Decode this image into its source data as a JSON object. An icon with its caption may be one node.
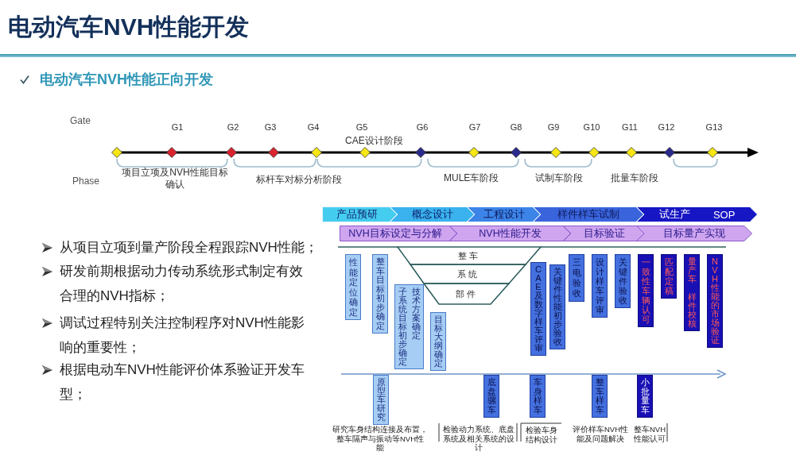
{
  "diagram": {
    "title": "电动汽车NVH性能开发",
    "nodes": [
      {
        "text": [],
        "shape": "diamond"
      },
      {
        "text": [],
        "shape": "diamond",
        "beside": [
          "G1"
        ]
      },
      {
        "text": [],
        "shape": "diamond",
        "beside": [
          "G2"
        ]
      },
      {
        "text": [],
        "shape": "diamond",
        "beside": [
          "G3"
        ]
      },
      {
        "text": [],
        "shape": "diamond",
        "beside": [
          "G4"
        ]
      },
      {
        "text": [],
        "shape": "diamond",
        "beside": [
          "G5"
        ]
      },
      {
        "text": [],
        "shape": "diamond",
        "beside": [
          "G6"
        ]
      },
      {
        "text": [],
        "shape": "diamond",
        "beside": [
          "G7"
        ]
      },
      {
        "text": [],
        "shape": "diamond",
        "beside": [
          "G8"
        ]
      },
      {
        "text": [],
        "shape": "diamond",
        "beside": [
          "G9"
        ]
      },
      {
        "text": [],
        "shape": "diamond",
        "beside": [
          "G10"
        ]
      },
      {
        "text": [],
        "shape": "diamond",
        "beside": [
          "G11"
        ]
      },
      {
        "text": [],
        "shape": "diamond",
        "beside": [
          "G12"
        ]
      },
      {
        "text": [],
        "shape": "diamond",
        "beside": [
          "G13"
        ]
      },
      {
        "text": [
          "产品预研"
        ]
      },
      {
        "text": [
          "概念设计"
        ]
      },
      {
        "text": [
          "工程设计"
        ]
      },
      {
        "text": [
          "样件样车试制"
        ]
      },
      {
        "text": [
          "试生产",
          "SOP"
        ]
      },
      {
        "text": [
          "NVH目标设定与分解"
        ]
      },
      {
        "text": [
          "NVH性能开发"
        ]
      },
      {
        "text": [
          "目标验证"
        ]
      },
      {
        "text": [
          "目标量产实现"
        ]
      },
      {
        "text": [
          "整车"
        ]
      },
      {
        "text": [
          "系统"
        ]
      },
      {
        "text": [
          "部件"
        ]
      },
      {
        "text": [
          "性能定位确定"
        ]
      },
      {
        "text": [
          "整车目标初步确定"
        ]
      },
      {
        "text": [
          "子系统目标初步确定",
          "技术方案确定"
        ]
      },
      {
        "text": [
          "目标大纲确定"
        ]
      },
      {
        "text": [
          "CAE及数字样车评审"
        ]
      },
      {
        "text": [
          "关键件性能初步验收"
        ]
      },
      {
        "text": [
          "三电验收"
        ]
      },
      {
        "text": [
          "设计样车评审"
        ]
      },
      {
        "text": [
          "关键件验收"
        ]
      },
      {
        "text": [
          "一致性车辆认可"
        ]
      },
      {
        "text": [
          "匹配定稿"
        ]
      },
      {
        "text": [
          "量产车",
          "样件校核"
        ]
      },
      {
        "text": [
          "NVH性能的市场验证"
        ]
      },
      {
        "text": [
          "原型车研究"
        ]
      },
      {
        "text": [
          "底盘骡车"
        ]
      },
      {
        "text": [
          "车身样车"
        ]
      },
      {
        "text": [
          "整车样车"
        ]
      },
      {
        "text": [
          "小批量车"
        ]
      }
    ],
    "labels": [
      "电动汽车NVH性能正向开发",
      "Gate",
      "CAE设计阶段",
      "Phase",
      "项目立项及NVH性能目标确认",
      "标杆车对标分析阶段",
      "MULE车阶段",
      "试制车阶段",
      "批量车阶段",
      "从项目立项到量产阶段全程跟踪NVH性能；",
      "研发前期根据动力传动系统形式制定有效合理的NVH指标；",
      "调试过程特别关注控制程序对NVH性能影响的重要性；",
      "根据电动车NVH性能评价体系验证开发车型；",
      "研究车身结构连接及布置，整车隔声与振动等NVH性能",
      "检验动力系统、底盘系统及相关系统的设计",
      "检验车身结构设计",
      "评价样车NVH性能及问题解决",
      "整车NVH性能认可"
    ]
  }
}
